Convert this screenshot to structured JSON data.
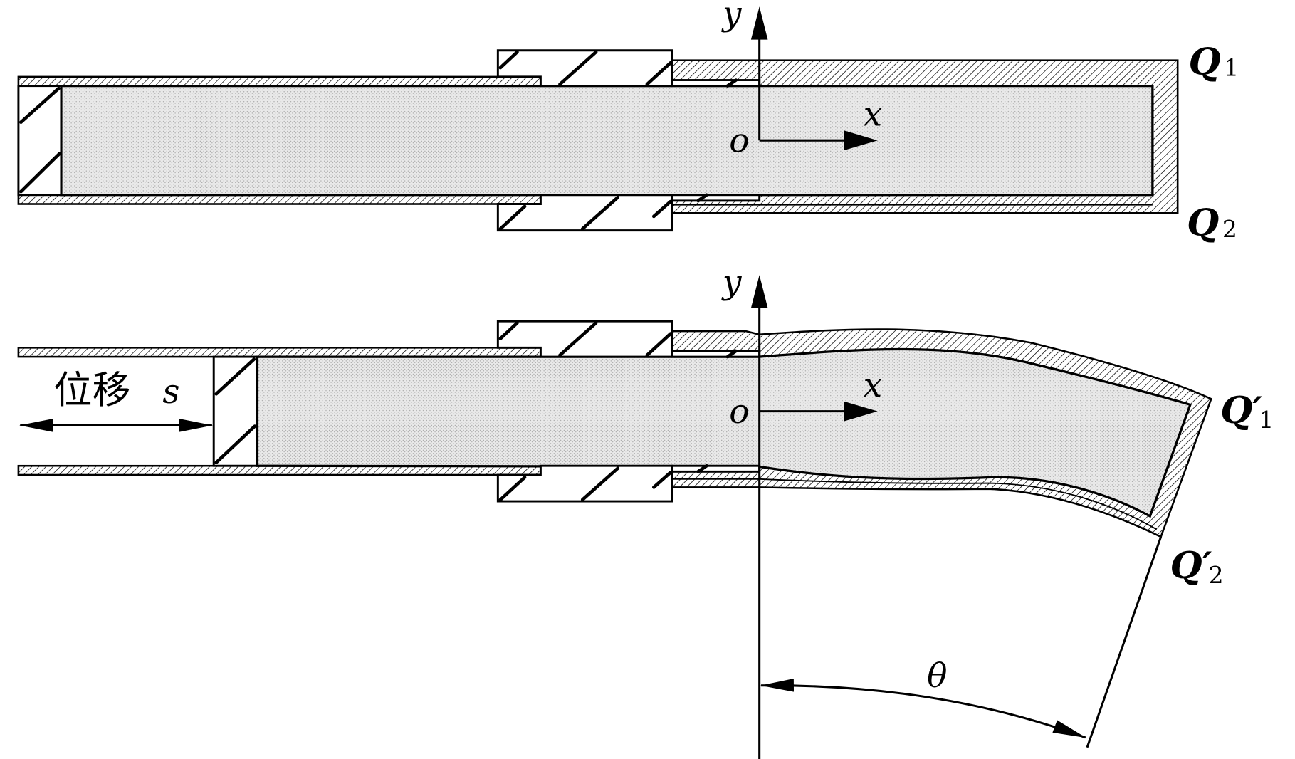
{
  "top_diagram": {
    "y_axis_label": "y",
    "x_axis_label": "x",
    "origin_label": "o",
    "q1": {
      "base": "Q",
      "sub": "1"
    },
    "q2": {
      "base": "Q",
      "sub": "2"
    }
  },
  "bottom_diagram": {
    "y_axis_label": "y",
    "x_axis_label": "x",
    "origin_label": "o",
    "displacement_label": "位移",
    "displacement_symbol": "s",
    "q1": {
      "base": "Q′",
      "sub": "1"
    },
    "q2": {
      "base": "Q′",
      "sub": "2"
    },
    "angle_label": "θ"
  },
  "colors": {
    "line": "#000000",
    "core_fill": "#e9e9e9",
    "core_dots": "#9a9a9a",
    "background": "#ffffff"
  }
}
